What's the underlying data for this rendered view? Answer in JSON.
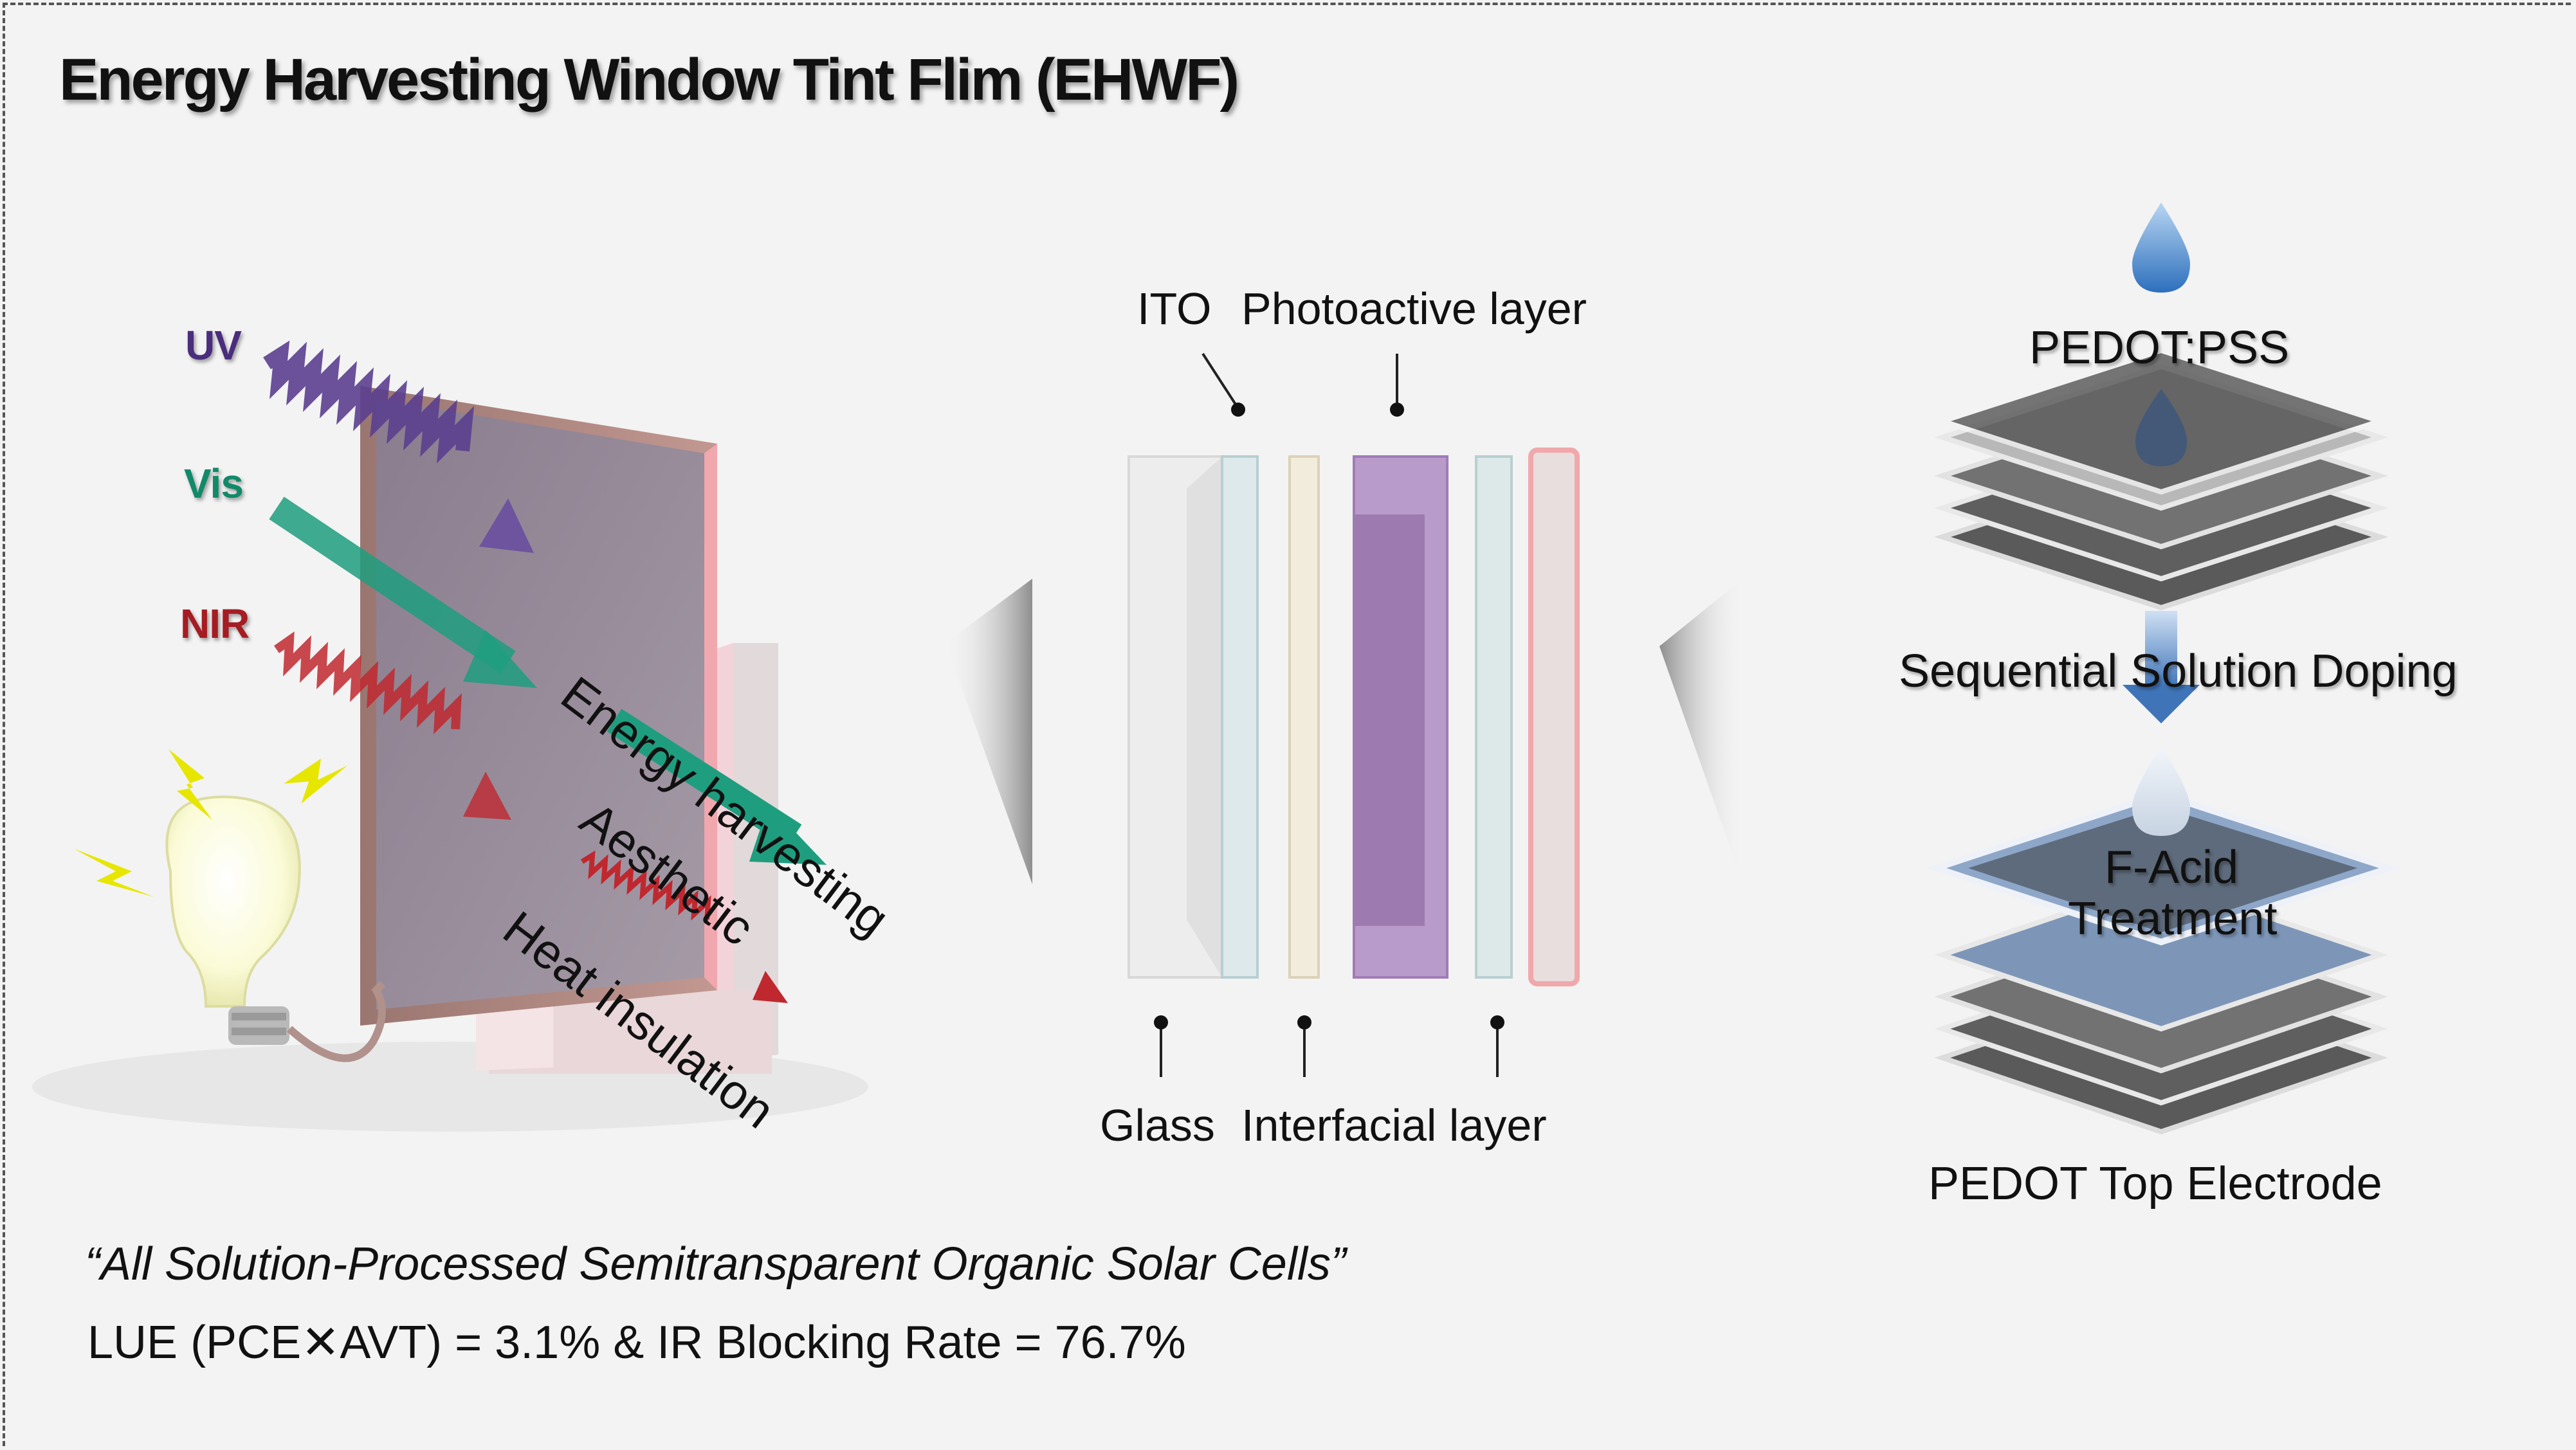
{
  "title": "Energy Harvesting Window Tint Flim (EHWF)",
  "radiation": {
    "uv": "UV",
    "vis": "Vis",
    "nir": "NIR"
  },
  "functions": {
    "energy": "Energy harvesting",
    "aesthetic": "Aesthetic",
    "heat": "Heat insulation"
  },
  "layers": {
    "ito": "ITO",
    "photoactive": "Photoactive layer",
    "glass": "Glass",
    "interfacial": "Interfacial layer"
  },
  "process": {
    "pedot_pss": "PEDOT:PSS",
    "doping": "Sequential Solution Doping",
    "f_acid_1": "F-Acid",
    "f_acid_2": "Treatment",
    "electrode": "PEDOT Top Electrode"
  },
  "footer": {
    "quote": "“All Solution-Processed Semitransparent Organic Solar Cells”",
    "metrics": "LUE (PCE✕AVT) = 3.1% & IR Blocking Rate = 76.7%"
  },
  "colors": {
    "uv": "#5b3f8f",
    "vis": "#1f9e7f",
    "nir": "#c0282f",
    "photoactive": "#a07cb8",
    "ito": "#cfe3e6",
    "interfacial": "#f1ead9"
  }
}
